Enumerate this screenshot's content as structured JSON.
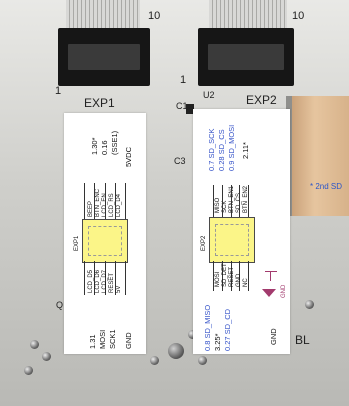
{
  "board": {
    "exp1_label": "EXP1",
    "exp2_label": "EXP2",
    "pin_one_left": "1",
    "pin_ten_left": "10",
    "pin_one_right": "1",
    "pin_ten_right": "10",
    "c1_label": "C1",
    "u2_label": "U2",
    "c3_label": "C3",
    "sd_label": "SD",
    "sd_card_text": "* 2nd SD",
    "q_label": "Q",
    "bl_label": "BL",
    "gnd_label": "GND"
  },
  "exp1_card": {
    "top_labels": [
      "1.30*",
      "0.16",
      "(SSE1)",
      "5VDC"
    ],
    "pin_labels_top": [
      "BEEP",
      "BTN_ENC",
      "LCD_EN",
      "LCD_RS",
      "LCD_D4"
    ],
    "pin_labels_bottom": [
      "LCD_D5",
      "LCD_D6",
      "LCD_D7",
      "RESET",
      "5V"
    ],
    "part_label": "EXP1",
    "bottom_labels": [
      "1.31",
      "MOSI",
      "SCK1",
      "GND"
    ]
  },
  "exp2_card": {
    "top_labels": [
      "0.7 SD_SCK",
      "0.28 SD_CS",
      "0.9 SD_MOSI",
      "2.11*"
    ],
    "pin_labels_top": [
      "MISO",
      "SCK",
      "BTN_EN1",
      "SD_CS",
      "BTN_EN2"
    ],
    "pin_labels_bottom": [
      "MOSI",
      "SD_DET",
      "RESET",
      "GND",
      "NC"
    ],
    "part_label": "EXP2",
    "bottom_labels": [
      "0.8 SD_MISO",
      "3.25*",
      "0.27 SD_CD",
      "GND"
    ]
  }
}
